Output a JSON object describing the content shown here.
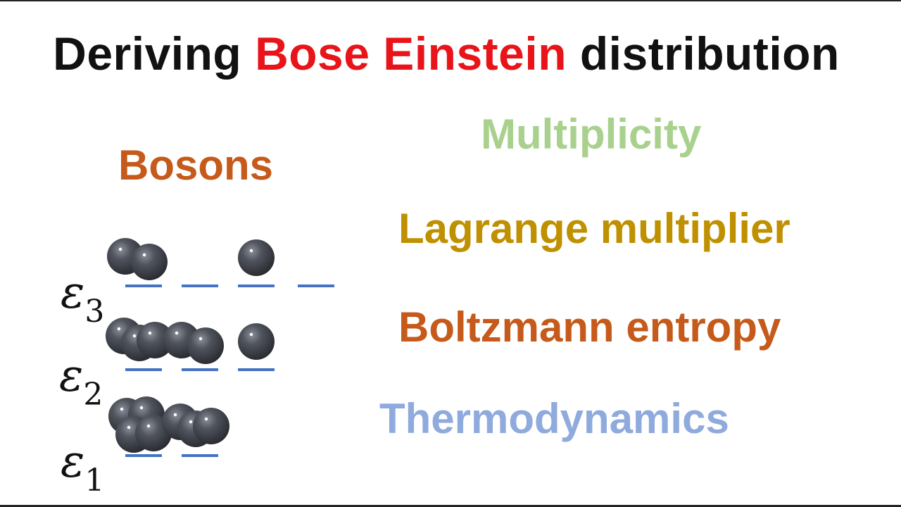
{
  "title": {
    "part1": "Deriving ",
    "highlight": "Bose Einstein",
    "part2": " distribution",
    "highlight_color": "#e8141a"
  },
  "particle_label": "Bosons",
  "topics": [
    {
      "text": "Multiplicity",
      "color": "#a9d18e"
    },
    {
      "text": "Lagrange multiplier",
      "color": "#bf9000"
    },
    {
      "text": "Boltzmann entropy",
      "color": "#c55a1a"
    },
    {
      "text": "Thermodynamics",
      "color": "#8faadc"
    }
  ],
  "energy_levels": [
    {
      "symbol": "ε",
      "subscript": "3",
      "states": 4,
      "occupancy": [
        2,
        0,
        1,
        0
      ]
    },
    {
      "symbol": "ε",
      "subscript": "2",
      "states": 3,
      "occupancy": [
        3,
        2,
        1
      ]
    },
    {
      "symbol": "ε",
      "subscript": "1",
      "states": 2,
      "occupancy": [
        4,
        3
      ]
    }
  ],
  "colors": {
    "level_line": "#4472c4",
    "boson": "#3a3d44"
  }
}
